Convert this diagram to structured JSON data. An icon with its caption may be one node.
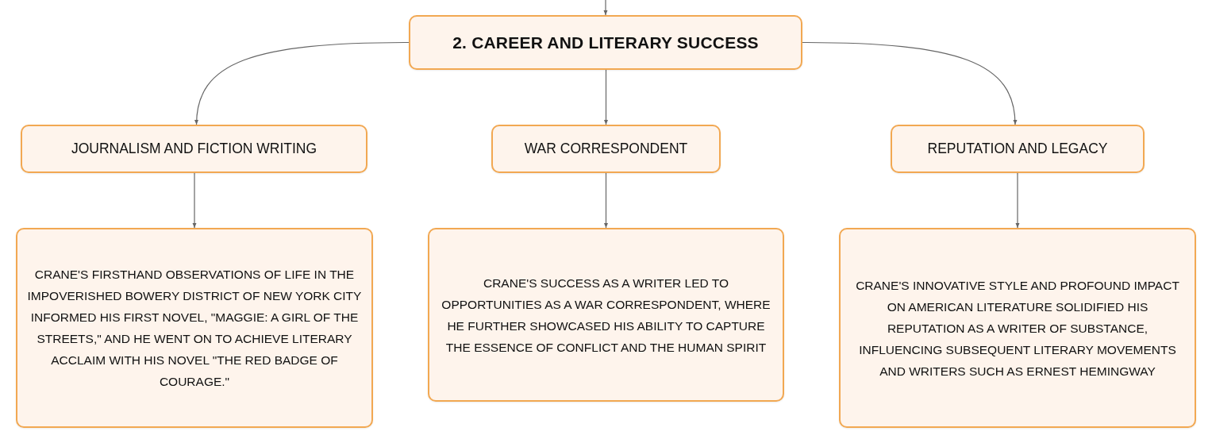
{
  "diagram": {
    "nodes": [
      {
        "text": [
          "2. CAREER AND LITERARY SUCCESS"
        ]
      },
      {
        "text": [
          "JOURNALISM AND FICTION WRITING"
        ]
      },
      {
        "text": [
          "WAR CORRESPONDENT"
        ]
      },
      {
        "text": [
          "REPUTATION AND LEGACY"
        ]
      },
      {
        "text": [
          "CRANE'S FIRSTHAND OBSERVATIONS OF LIFE IN THE IMPOVERISHED BOWERY DISTRICT OF NEW YORK CITY INFORMED HIS FIRST NOVEL, \"MAGGIE: A GIRL OF THE STREETS,\" AND HE WENT ON TO ACHIEVE LITERARY ACCLAIM WITH HIS NOVEL \"THE RED BADGE OF COURAGE.\""
        ]
      },
      {
        "text": [
          "CRANE'S SUCCESS AS A WRITER LED TO OPPORTUNITIES AS A WAR CORRESPONDENT, WHERE HE FURTHER SHOWCASED HIS ABILITY TO CAPTURE THE ESSENCE OF CONFLICT AND THE HUMAN SPIRIT"
        ]
      },
      {
        "text": [
          "CRANE'S INNOVATIVE STYLE AND PROFOUND IMPACT ON AMERICAN LITERATURE SOLIDIFIED HIS REPUTATION AS A WRITER OF SUBSTANCE, INFLUENCING SUBSEQUENT LITERARY MOVEMENTS AND WRITERS SUCH AS ERNEST HEMINGWAY"
        ]
      }
    ],
    "edges": [
      {
        "from": null,
        "to": 0,
        "arrow": "to"
      },
      {
        "from": 0,
        "to": 1,
        "arrow": "to"
      },
      {
        "from": 0,
        "to": 2,
        "arrow": "to"
      },
      {
        "from": 0,
        "to": 3,
        "arrow": "to"
      },
      {
        "from": 1,
        "to": 4,
        "arrow": "to"
      },
      {
        "from": 2,
        "to": 5,
        "arrow": "to"
      },
      {
        "from": 3,
        "to": 6,
        "arrow": "to"
      }
    ]
  }
}
